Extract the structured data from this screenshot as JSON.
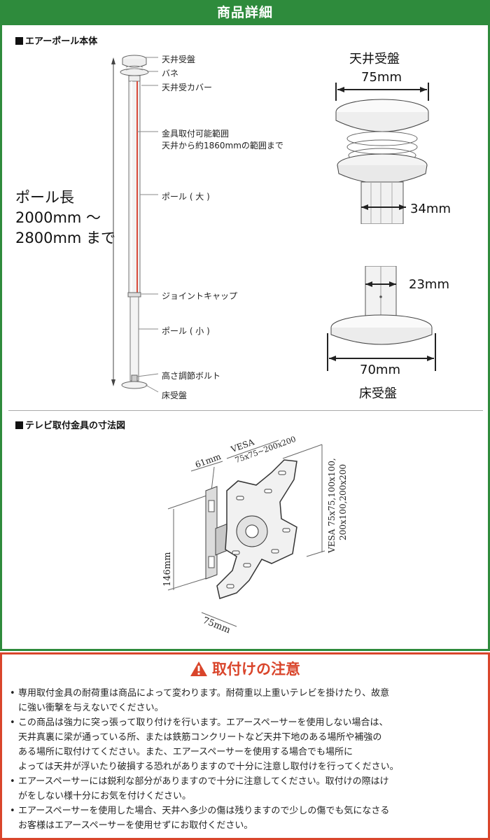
{
  "header": {
    "title": "商品詳細"
  },
  "pole_section": {
    "title": "エアーポール本体",
    "labels": {
      "ceiling_plate": "天井受盤",
      "spring": "バネ",
      "ceiling_cover": "天井受カバー",
      "mount_range_1": "金具取付可能範囲",
      "mount_range_2": "天井から約1860mmの範囲まで",
      "pole_large": "ポール ( 大 )",
      "joint_cap": "ジョイントキャップ",
      "pole_small": "ポール ( 小 )",
      "height_bolt": "高さ調節ボルト",
      "floor_plate": "床受盤"
    },
    "pole_length": {
      "line1": "ポール長",
      "line2": "2000mm ～",
      "line3": "2800mm まで"
    }
  },
  "detail_top": {
    "title": "天井受盤",
    "diameter": "75mm",
    "pole_width": "34mm"
  },
  "detail_bottom": {
    "pole_width": "23mm",
    "diameter": "70mm",
    "title": "床受盤"
  },
  "bracket_section": {
    "title": "テレビ取付金具の寸法図",
    "dims": {
      "depth": "61mm",
      "vesa_label": "VESA",
      "vesa_top": "75x75~200x200",
      "vesa_side_1": "VESA 75x75,100x100,",
      "vesa_side_2": "200x100,200x200",
      "height": "146mm",
      "width": "75mm"
    }
  },
  "caution": {
    "title": "取付けの注意",
    "lines": [
      "専用取付金具の耐荷重は商品によって変わります。耐荷重以上重いテレビを掛けたり、故意",
      "に強い衝撃を与えないでください。",
      "この商品は強力に突っ張って取り付けを行います。エアースペーサーを使用しない場合は、",
      "天井真裏に梁が通っている所、または鉄筋コンクリートなど天井下地のある場所や補強の",
      "ある場所に取付けてください。また、エアースペーサーを使用する場合でも場所に",
      "よっては天井が浮いたり破損する恐れがありますので十分に注意し取付けを行ってください。",
      "エアースペーサーには鋭利な部分がありますので十分に注意してください。取付けの際はけ",
      "がをしない様十分にお気を付けください。",
      "エアースペーサーを使用した場合、天井へ多少の傷は残りますので少しの傷でも気になさる",
      "お客様はエアースペーサーを使用せずにお取付ください。"
    ]
  },
  "colors": {
    "green": "#2e8b3c",
    "red": "#d9452b",
    "mount_range": "#d94a3a"
  }
}
